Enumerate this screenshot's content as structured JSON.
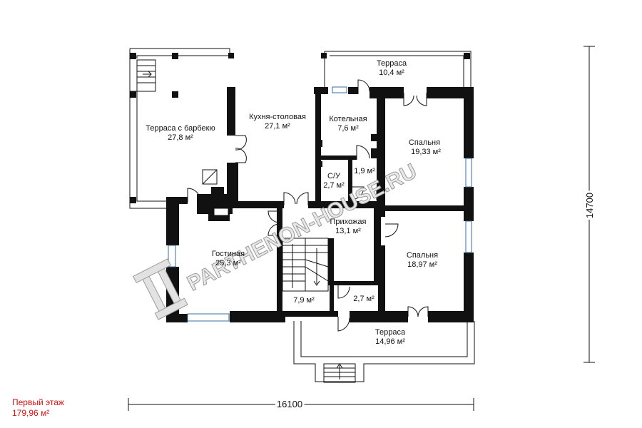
{
  "floor": {
    "title": "Первый этаж",
    "area": "179,96 м²"
  },
  "dimensions": {
    "width": "16100",
    "height": "14700"
  },
  "watermark": "PARTHENON-HOUSE.RU",
  "rooms": [
    {
      "name": "Терраса с барбекю",
      "area": "27,8 м²"
    },
    {
      "name": "Кухня-столовая",
      "area": "27,1 м²"
    },
    {
      "name": "Терраса",
      "area": "10,4 м²"
    },
    {
      "name": "Котельная",
      "area": "7,6 м²"
    },
    {
      "name": "Спальня",
      "area": "19,33 м²"
    },
    {
      "name": "С/У",
      "area": "2,7 м²"
    },
    {
      "name": "",
      "area": "1,9 м²"
    },
    {
      "name": "Прихожая",
      "area": "13,1 м²"
    },
    {
      "name": "Гостиная",
      "area": "25,3 м²"
    },
    {
      "name": "Спальня",
      "area": "18,97 м²"
    },
    {
      "name": "",
      "area": "7,9 м²"
    },
    {
      "name": "",
      "area": "2,7 м²"
    },
    {
      "name": "Терраса",
      "area": "14,96 м²"
    }
  ],
  "colors": {
    "wall": "#111111",
    "window": "#3a6ea5",
    "caption": "#e01010",
    "watermark": "#9a9a9a"
  }
}
